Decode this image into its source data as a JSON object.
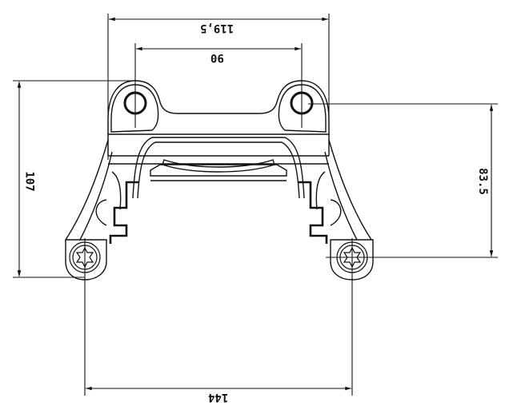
{
  "drawing": {
    "title": "Brake caliper bracket",
    "dimensions": {
      "outer_width": "119,5",
      "mount_hole_spacing": "90",
      "overall_height": "107",
      "hole_to_lug_height": "83.5",
      "lug_spacing": "144"
    },
    "line_color": "#111111",
    "background": "#ffffff"
  }
}
